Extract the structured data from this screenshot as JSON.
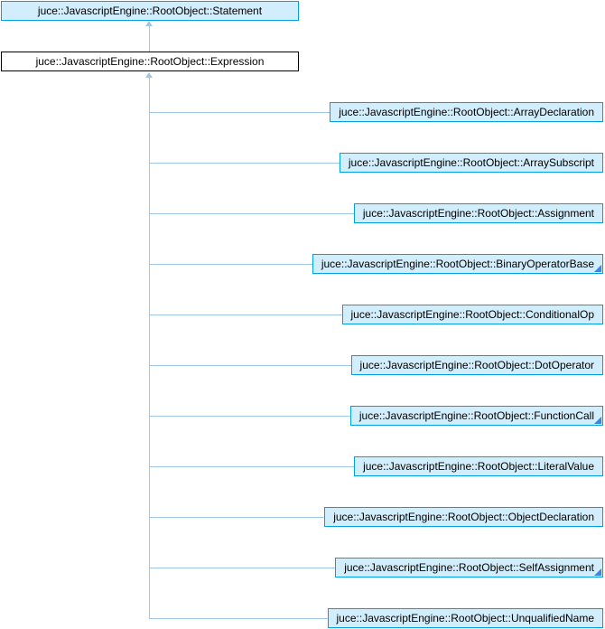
{
  "diagram": {
    "type": "class-inheritance",
    "base_class": {
      "label": "juce::JavascriptEngine::RootObject::Statement"
    },
    "current_class": {
      "label": "juce::JavascriptEngine::RootObject::Expression"
    },
    "derived_classes": [
      {
        "label": "juce::JavascriptEngine::RootObject::ArrayDeclaration",
        "has_derived_marker": false
      },
      {
        "label": "juce::JavascriptEngine::RootObject::ArraySubscript",
        "has_derived_marker": false
      },
      {
        "label": "juce::JavascriptEngine::RootObject::Assignment",
        "has_derived_marker": false
      },
      {
        "label": "juce::JavascriptEngine::RootObject::BinaryOperatorBase",
        "has_derived_marker": true
      },
      {
        "label": "juce::JavascriptEngine::RootObject::ConditionalOp",
        "has_derived_marker": false
      },
      {
        "label": "juce::JavascriptEngine::RootObject::DotOperator",
        "has_derived_marker": false
      },
      {
        "label": "juce::JavascriptEngine::RootObject::FunctionCall",
        "has_derived_marker": true
      },
      {
        "label": "juce::JavascriptEngine::RootObject::LiteralValue",
        "has_derived_marker": false
      },
      {
        "label": "juce::JavascriptEngine::RootObject::ObjectDeclaration",
        "has_derived_marker": false
      },
      {
        "label": "juce::JavascriptEngine::RootObject::SelfAssignment",
        "has_derived_marker": true
      },
      {
        "label": "juce::JavascriptEngine::RootObject::UnqualifiedName",
        "has_derived_marker": false
      }
    ],
    "colors": {
      "node_fill": "#D2EDFB",
      "node_border": "#00A1E4",
      "current_node_fill": "#FFFFFF",
      "current_node_border": "#000000",
      "edge": "#9FC8E8",
      "derived_marker": "#3D86E0"
    }
  }
}
